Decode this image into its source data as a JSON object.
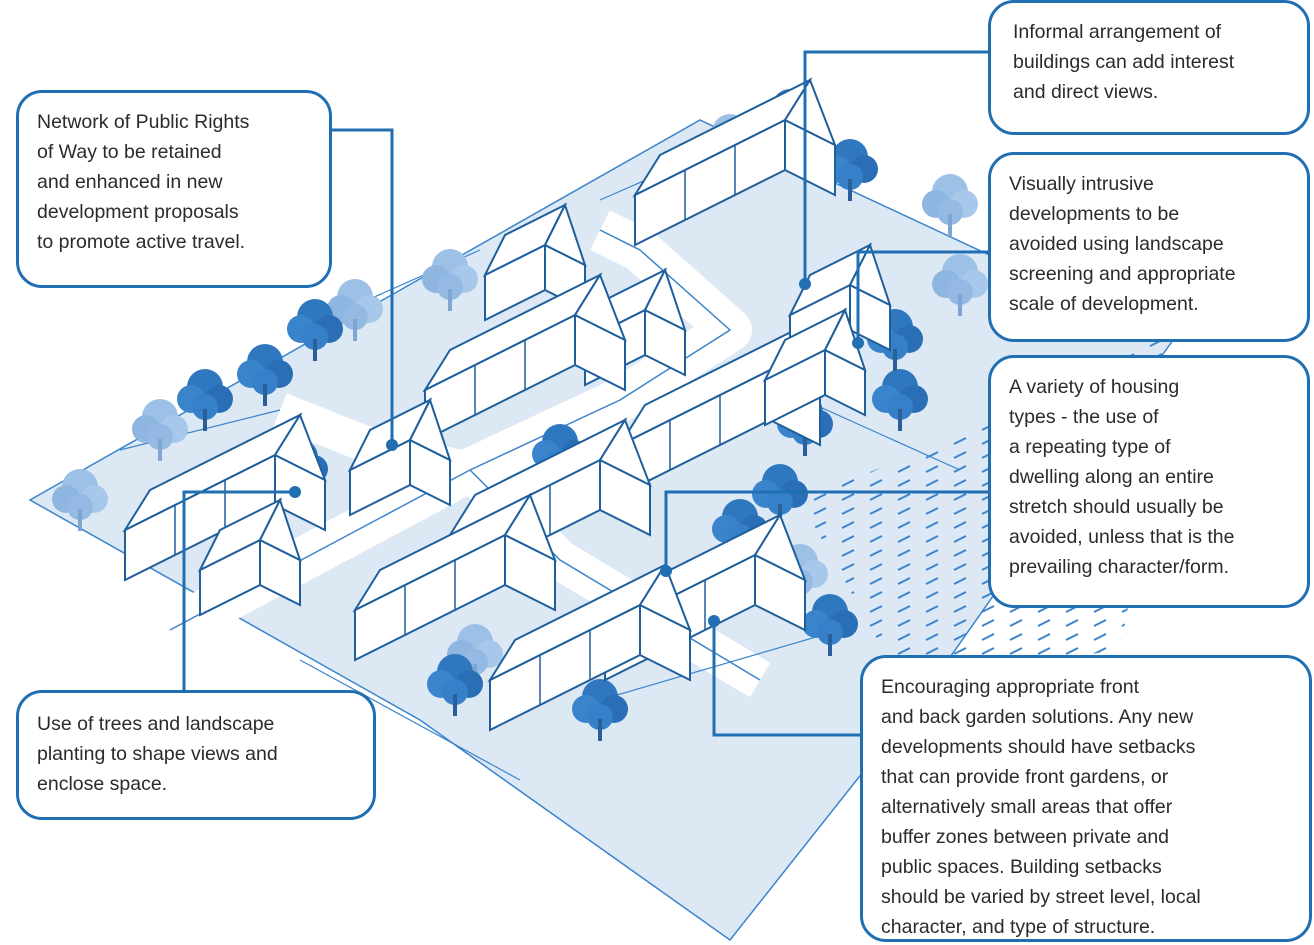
{
  "callouts": {
    "public_rights_of_way": "Network of Public Rights\nof Way to be retained\nand enhanced in new\ndevelopment proposals\nto promote active travel.",
    "informal_arrangement": "Informal arrangement of\nbuildings can add interest\nand direct views.",
    "visually_intrusive": "Visually intrusive\ndevelopments to be\navoided using landscape\nscreening and appropriate\n scale of development.",
    "housing_variety": "A variety of housing\ntypes - the use of\na repeating type of\ndwelling along an entire\nstretch should usually be\navoided, unless that is the\nprevailing character/form.",
    "trees_landscape": "Use of trees and landscape\nplanting to shape views and\nenclose space.",
    "gardens": "Encouraging appropriate front\nand back garden solutions. Any new\ndevelopments should have setbacks\nthat can provide front gardens, or\nalternatively small areas that offer\nbuffer zones between private and\npublic spaces. Building setbacks\nshould be varied by street level, local\ncharacter, and type of structure."
  },
  "page_number": "",
  "colors": {
    "accent": "#1f6fb2",
    "plot_fill": "#dde8f5",
    "tree_dark": "#2f78c0",
    "tree_light": "#8fb6e0",
    "text": "#2b2b2b"
  }
}
